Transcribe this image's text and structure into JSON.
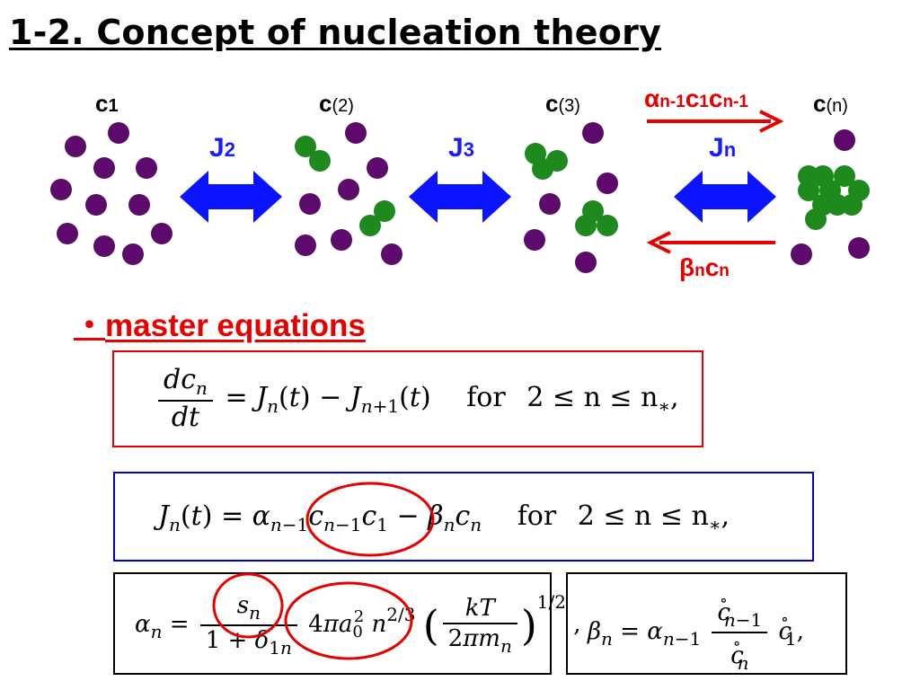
{
  "title": "1-2. Concept of nucleation theory",
  "diagram": {
    "cluster_labels": [
      {
        "main": "c",
        "sub": "1"
      },
      {
        "main": "c",
        "sub": "(2)"
      },
      {
        "main": "c",
        "sub": "(3)"
      },
      {
        "main": "c",
        "sub": "(n)"
      }
    ],
    "flux_labels": [
      {
        "main": "J",
        "sub": "2"
      },
      {
        "main": "J",
        "sub": "3"
      },
      {
        "main": "J",
        "sub": "n"
      }
    ],
    "forward_rate": {
      "a": "α",
      "a_sub": "n-1",
      "c1": "c",
      "c1_sub": "1",
      "cn": "c",
      "cn_sub": "n-1"
    },
    "backward_rate": {
      "b": "β",
      "b_sub": "n",
      "c": "c",
      "c_sub": "n"
    },
    "colors": {
      "monomer": "#5c0a6b",
      "cluster": "#1e8a1e",
      "flux_arrow": "#0a14ff",
      "rate_arrow": "#e60000"
    }
  },
  "section": {
    "bullet": "・",
    "label": "master equations"
  },
  "equations": {
    "eq1": {
      "for": "for",
      "range": "2 ≤ n ≤ n"
    },
    "eq2": {
      "for": "for",
      "range": "2 ≤ n ≤ n"
    },
    "eq3": {
      "comma": ","
    },
    "eq4": {
      "comma": ","
    }
  },
  "box_colors": {
    "eq1": "#e60000",
    "eq2": "#0000dd",
    "eq3": "#000000",
    "eq4": "#000000",
    "highlight_ring": "#e60000"
  }
}
